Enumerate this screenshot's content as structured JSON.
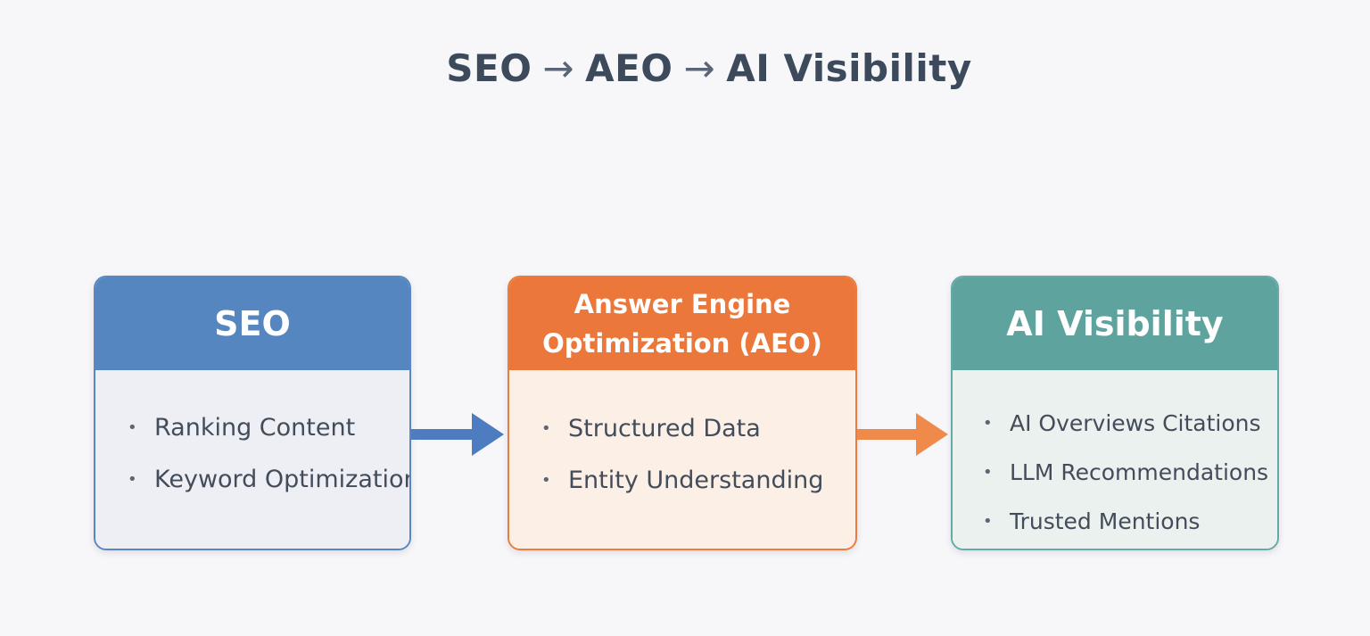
{
  "title": {
    "part1": "SEO",
    "arrow1": "→",
    "part2": "AEO",
    "arrow2": "→",
    "part3": "AI Visibility"
  },
  "colors": {
    "seo": "#5586c0",
    "aeo": "#eb773a",
    "ai": "#5fa39f",
    "seo_arrow": "#4e7cc0",
    "aeo_arrow": "#ef8a4b"
  },
  "cards": [
    {
      "header": "SEO",
      "items": [
        "Ranking Content",
        "Keyword Optimization"
      ]
    },
    {
      "header_line1": "Answer Engine",
      "header_line2": "Optimization (AEO)",
      "items": [
        "Structured Data",
        "Entity Understanding"
      ]
    },
    {
      "header": "AI Visibility",
      "items": [
        "AI Overviews Citations",
        "LLM Recommendations",
        "Trusted Mentions"
      ]
    }
  ]
}
